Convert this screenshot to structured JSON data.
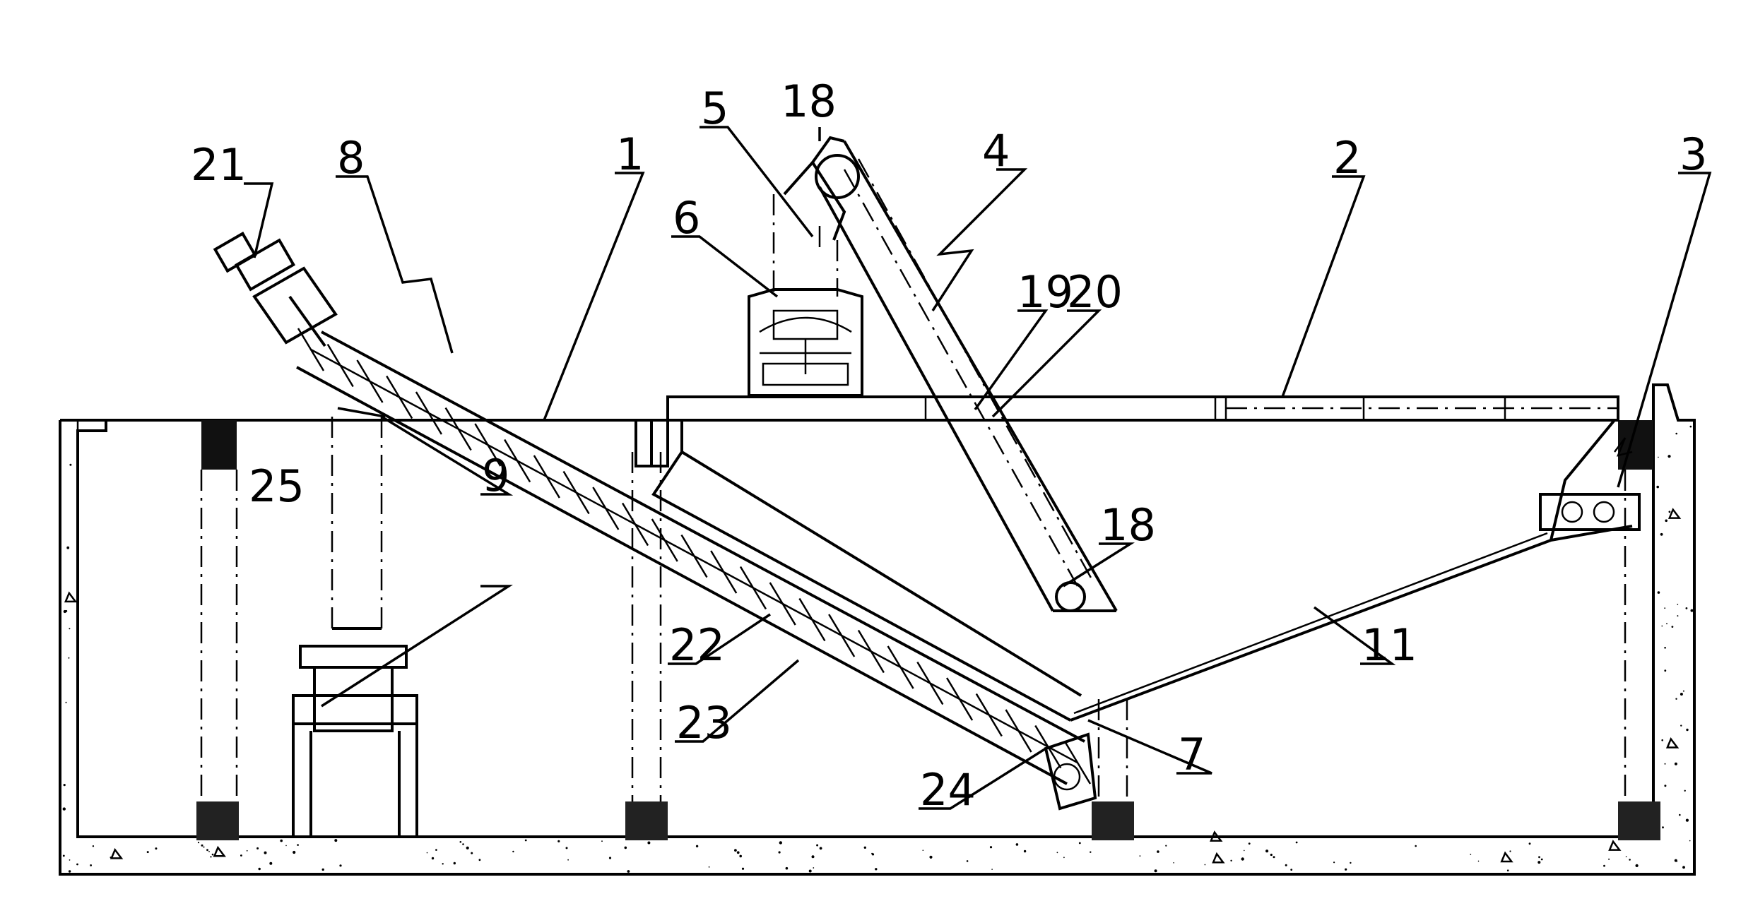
{
  "labels": {
    "l1": "1",
    "l2": "2",
    "l3": "3",
    "l4": "4",
    "l5": "5",
    "l6": "6",
    "l7": "7",
    "l8": "8",
    "l9": "9",
    "l11": "11",
    "l18a": "18",
    "l18b": "18",
    "l19": "19",
    "l20": "20",
    "l21": "21",
    "l22": "22",
    "l23": "23",
    "l24": "24",
    "l25": "25"
  }
}
